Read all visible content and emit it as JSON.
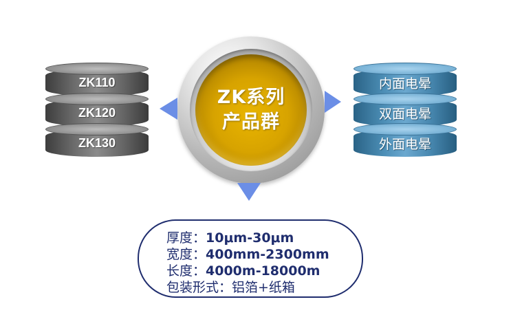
{
  "center": {
    "line1": "ZK系列",
    "line2": "产品群"
  },
  "left_stack": {
    "items": [
      "ZK110",
      "ZK120",
      "ZK130"
    ]
  },
  "right_stack": {
    "items": [
      "内面电晕",
      "双面电晕",
      "外面电晕"
    ]
  },
  "specs": [
    {
      "label": "厚度：",
      "value": "10μm-30μm"
    },
    {
      "label": "宽度：",
      "value": "400mm-2300mm"
    },
    {
      "label": "长度：",
      "value": "4000m-18000m"
    },
    {
      "label": "包装形式：",
      "value": "铝箔+纸箱"
    }
  ],
  "colors": {
    "arrow": "#6b8ee6",
    "core": "#d7a300",
    "spec_text": "#1f2d6e"
  }
}
